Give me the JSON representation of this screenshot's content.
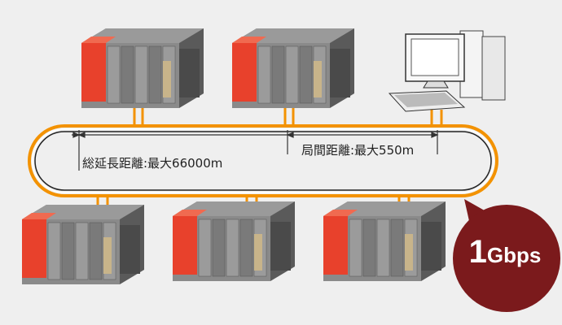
{
  "labels": {
    "total_distance": "総延長距離:最大66000m",
    "station_distance": "局間距離:最大550m"
  },
  "speed": {
    "number": "1",
    "unit": "Gbps"
  },
  "colors": {
    "cable": "#f39200",
    "bubble": "#7b1a1c",
    "background": "#efefef",
    "plc_red": "#e8412c"
  }
}
